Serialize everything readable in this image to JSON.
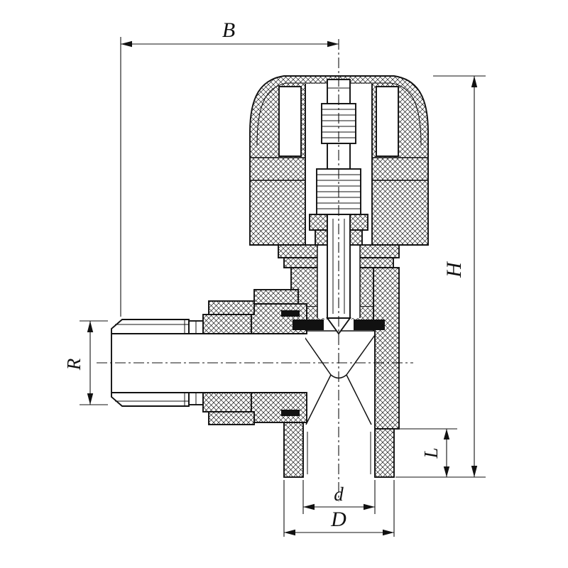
{
  "diagram": {
    "type": "technical-drawing",
    "subject": "Angle valve cross-section with dimension callouts",
    "background": "#ffffff",
    "line_color": "#111111",
    "labels": {
      "B": "B",
      "H": "H",
      "R": "R",
      "L": "L",
      "d": "d",
      "D": "D"
    }
  }
}
